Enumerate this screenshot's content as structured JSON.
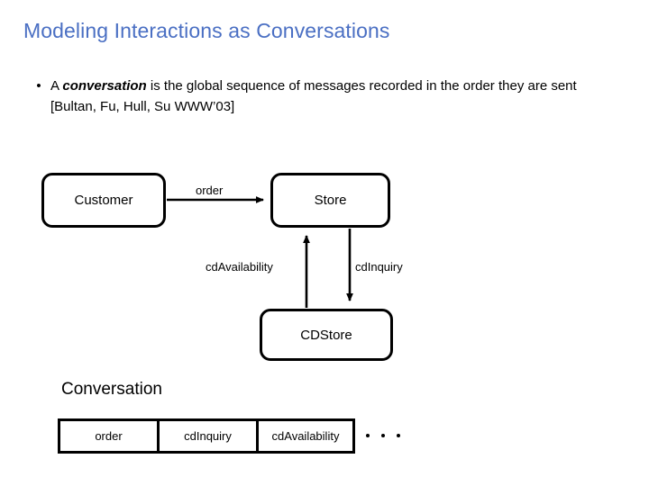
{
  "slide": {
    "title": "Modeling Interactions as Conversations",
    "bullet": {
      "marker": "•",
      "lead": "A ",
      "emphasis": "conversation",
      "rest": " is the global sequence of messages recorded in the order they are sent [Bultan, Fu, Hull, Su WWW’03]"
    }
  },
  "diagram": {
    "nodes": [
      {
        "id": "customer",
        "label": "Customer"
      },
      {
        "id": "store",
        "label": "Store"
      },
      {
        "id": "cdstore",
        "label": "CDStore"
      }
    ],
    "edges": [
      {
        "id": "order",
        "label": "order",
        "from": "customer",
        "to": "store",
        "direction": "right"
      },
      {
        "id": "cdavailability",
        "label": "cdAvailability",
        "from": "cdstore",
        "to": "store",
        "direction": "up"
      },
      {
        "id": "cdinquiry",
        "label": "cdInquiry",
        "from": "store",
        "to": "cdstore",
        "direction": "down"
      }
    ]
  },
  "conversation": {
    "heading": "Conversation",
    "cells": [
      "order",
      "cdInquiry",
      "cdAvailability"
    ],
    "ellipsis": "• • •"
  },
  "colors": {
    "title": "#4a6fc3",
    "stroke": "#000000",
    "background": "#ffffff"
  }
}
